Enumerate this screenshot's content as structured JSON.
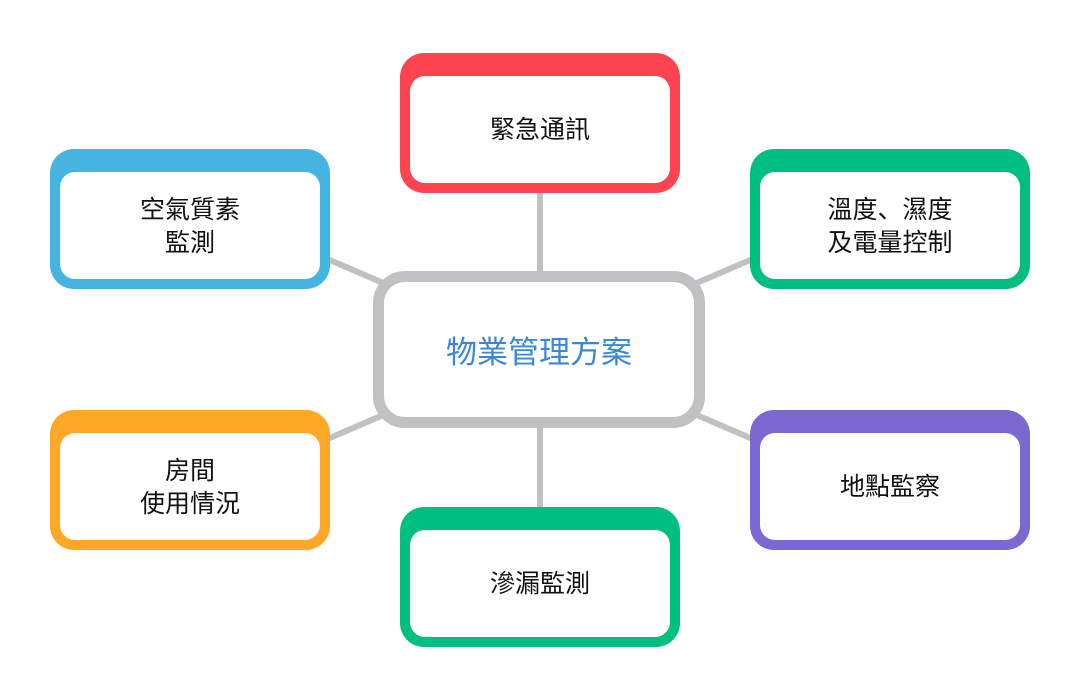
{
  "center": {
    "label": "物業管理方案",
    "color": "#3a87d8"
  },
  "nodes": [
    {
      "id": "top",
      "label": "緊急通訊",
      "color": "#fe4451"
    },
    {
      "id": "top-left",
      "label": "空氣質素\n監測",
      "color": "#45b4e0"
    },
    {
      "id": "top-right",
      "label": "溫度、濕度\n及電量控制",
      "color": "#00bf80"
    },
    {
      "id": "bottom-left",
      "label": "房間\n使用情況",
      "color": "#ffa726"
    },
    {
      "id": "bottom-right",
      "label": "地點監察",
      "color": "#7b68d0"
    },
    {
      "id": "bottom",
      "label": "滲漏監測",
      "color": "#00bf80"
    }
  ],
  "link_color": "#c0c1c3"
}
